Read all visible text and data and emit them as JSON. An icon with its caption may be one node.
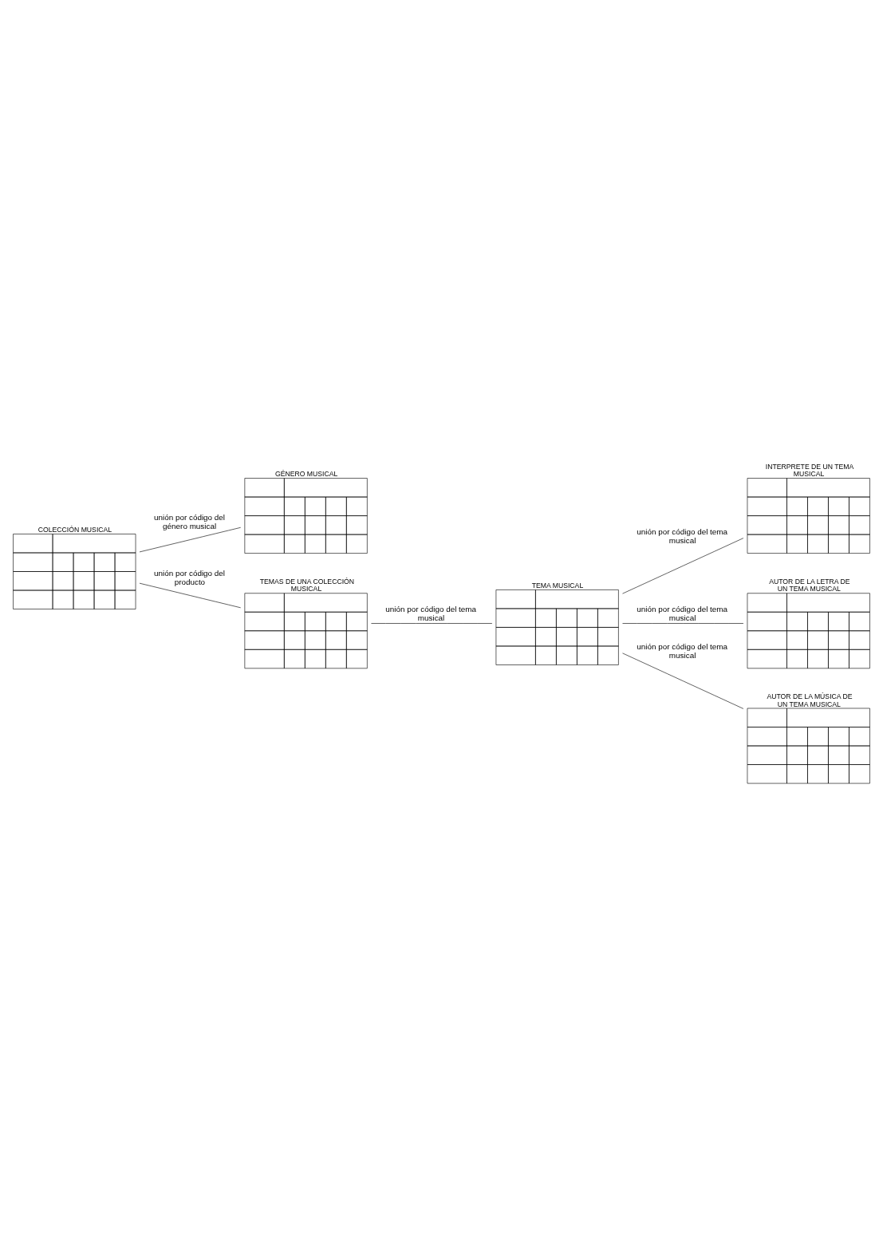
{
  "diagram": {
    "nodes": [
      {
        "text": [
          "COLECCIÓN MUSICAL"
        ]
      },
      {
        "text": [
          "GÉNERO MUSICAL"
        ]
      },
      {
        "text": [
          "TEMAS DE UNA COLECCIÓN MUSICAL"
        ]
      },
      {
        "text": [
          "TEMA MUSICAL"
        ]
      },
      {
        "text": [
          "INTERPRETE DE UN TEMA MUSICAL"
        ]
      },
      {
        "text": [
          "AUTOR DE LA LETRA DE UN TEMA MUSICAL"
        ]
      },
      {
        "text": [
          "AUTOR DE LA MÚSICA DE UN TEMA MUSICAL"
        ]
      }
    ],
    "edges": [
      {
        "from": 0,
        "to": 1,
        "arrow": "none",
        "label": "unión por código del género musical"
      },
      {
        "from": 0,
        "to": 2,
        "arrow": "none",
        "label": "unión por código del producto"
      },
      {
        "from": 2,
        "to": 3,
        "arrow": "none",
        "label": "unión por código del tema musical"
      },
      {
        "from": 3,
        "to": 4,
        "arrow": "none",
        "label": "unión por código del tema musical"
      },
      {
        "from": 3,
        "to": 5,
        "arrow": "none",
        "label": "unión por código del tema musical"
      },
      {
        "from": 3,
        "to": 6,
        "arrow": "none",
        "label": "unión por código del tema musical"
      }
    ]
  }
}
